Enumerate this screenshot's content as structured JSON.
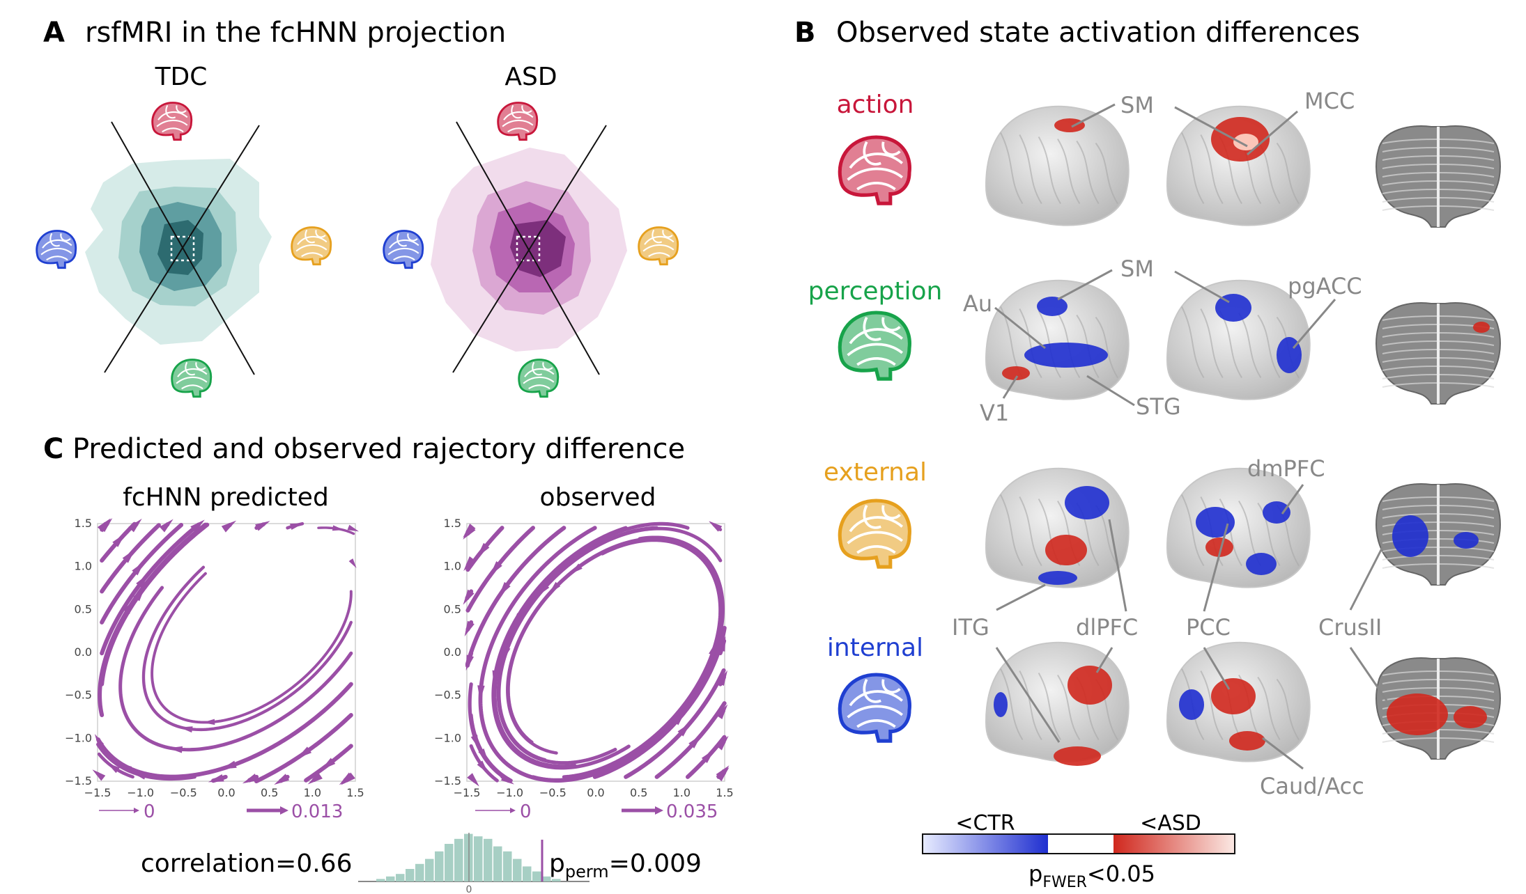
{
  "panel_a": {
    "letter": "A",
    "title": "rsfMRI in the fcHNN projection",
    "groups": [
      "TDC",
      "ASD"
    ]
  },
  "panel_b": {
    "letter": "B",
    "title": "Observed state activation differences",
    "states": [
      {
        "name": "action",
        "color": "#c8163a"
      },
      {
        "name": "perception",
        "color": "#17a34a"
      },
      {
        "name": "external",
        "color": "#e6a01e"
      },
      {
        "name": "internal",
        "color": "#1f3fd1"
      }
    ],
    "region_labels": {
      "sm_top": "SM",
      "mcc": "MCC",
      "au": "Au",
      "sm_mid": "SM",
      "pgacc": "pgACC",
      "v1": "V1",
      "stg": "STG",
      "dmpfc": "dmPFC",
      "itg": "ITG",
      "dlpfc": "dlPFC",
      "pcc": "PCC",
      "crusii": "CrusII",
      "caud_acc": "Caud/Acc"
    },
    "colorbar": {
      "left_label": "<CTR",
      "right_label": "<ASD",
      "threshold_base": "p",
      "threshold_sub": "FWER",
      "threshold_rest": "<0.05",
      "low_color": "#1f2fd0",
      "high_color": "#d0281e"
    }
  },
  "panel_c": {
    "letter": "C",
    "title": "Predicted and observed rajectory difference",
    "plots": [
      {
        "title": "fcHNN predicted",
        "legend_min": "0",
        "legend_max": "0.013"
      },
      {
        "title": "observed",
        "legend_min": "0",
        "legend_max": "0.035"
      }
    ],
    "axis_ticks": [
      "−1.5",
      "−1.0",
      "−0.5",
      "0.0",
      "0.5",
      "1.0",
      "1.5"
    ],
    "correlation": "correlation=0.66",
    "pperm_base": "p",
    "pperm_sub": "perm",
    "pperm_rest": "=0.009",
    "hist_zero": "0",
    "stream_color": "#9b4fa6"
  },
  "chart_data": [
    {
      "type": "streamplot",
      "title": "fcHNN predicted",
      "xlim": [
        -1.5,
        1.5
      ],
      "ylim": [
        -1.5,
        1.5
      ],
      "speed_legend": [
        0,
        0.013
      ]
    },
    {
      "type": "streamplot",
      "title": "observed",
      "xlim": [
        -1.5,
        1.5
      ],
      "ylim": [
        -1.5,
        1.5
      ],
      "speed_legend": [
        0,
        0.035
      ]
    },
    {
      "type": "bar",
      "title": "",
      "values": [
        1,
        2,
        3,
        5,
        7,
        9,
        12,
        15,
        17,
        19,
        18,
        17,
        14,
        12,
        9,
        6,
        4,
        2,
        1
      ],
      "observed_marker": 0.66
    }
  ]
}
